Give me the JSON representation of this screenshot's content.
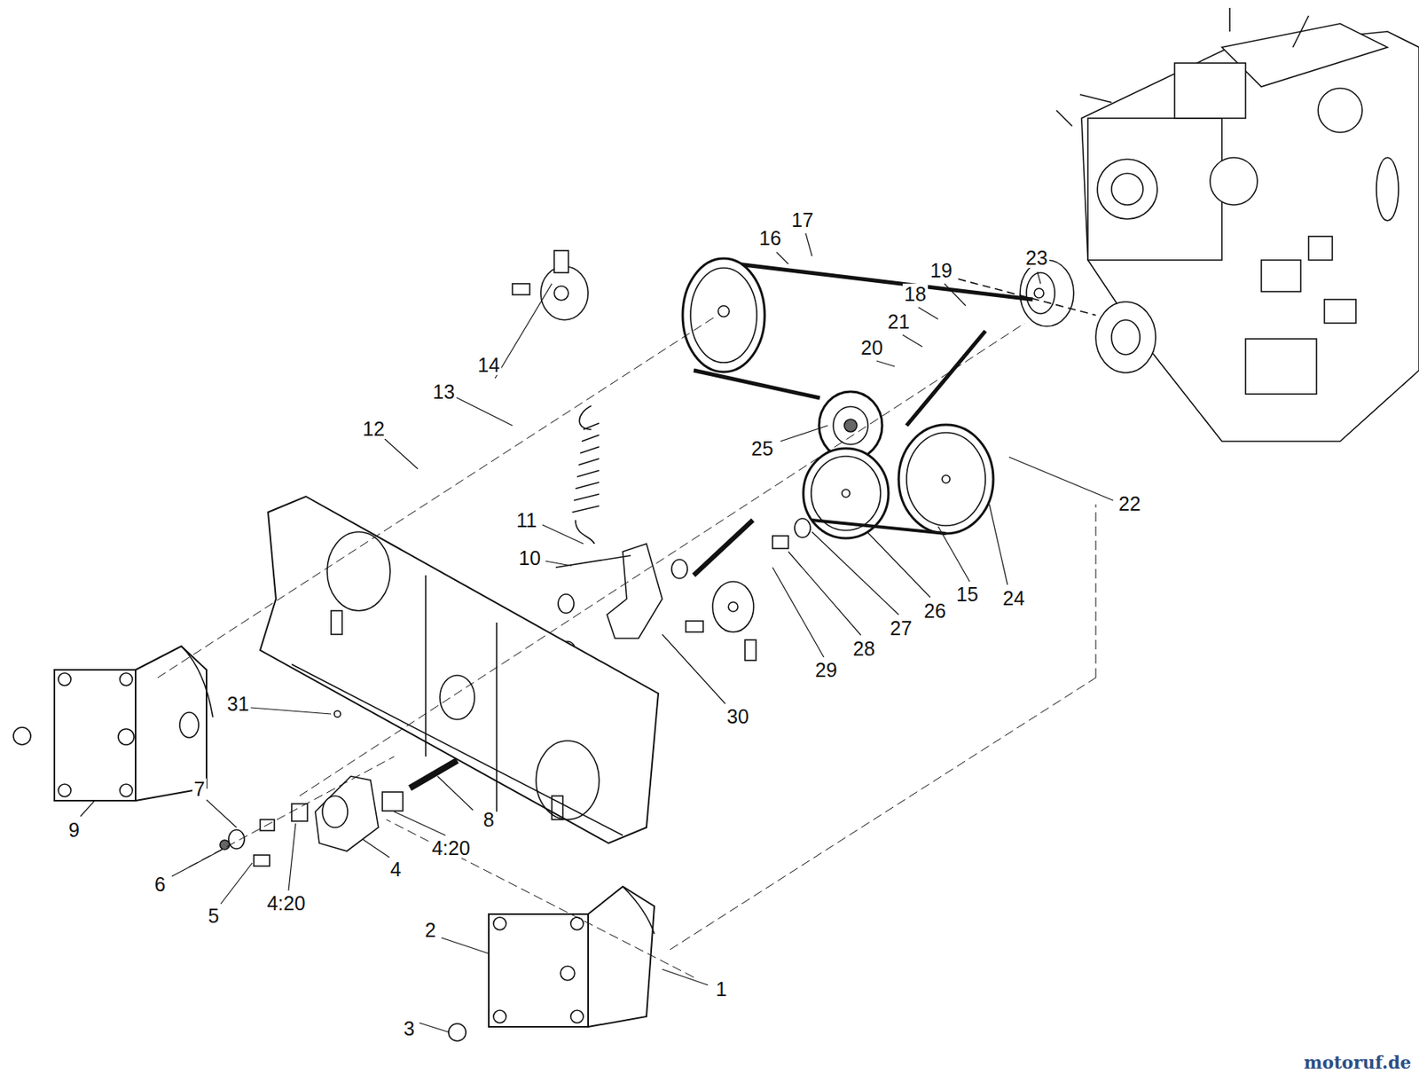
{
  "diagram": {
    "labels": [
      "17",
      "16",
      "19",
      "18",
      "23",
      "21",
      "20",
      "14",
      "13",
      "25",
      "22",
      "12",
      "11",
      "10",
      "15",
      "24",
      "26",
      "27",
      "28",
      "29",
      "30",
      "31",
      "9",
      "7",
      "8",
      "4:20",
      "6",
      "4",
      "5",
      "4:20",
      "2",
      "1",
      "3",
      "motoruf.de"
    ]
  }
}
